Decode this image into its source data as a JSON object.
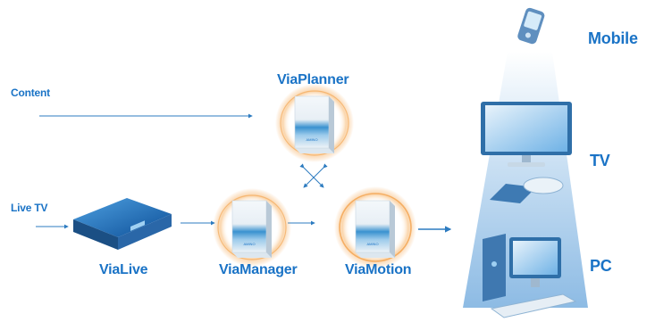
{
  "labels": {
    "content": "Content",
    "live_tv": "Live TV",
    "via_planner": "ViaPlanner",
    "via_live": "ViaLive",
    "via_manager": "ViaManager",
    "via_motion": "ViaMotion",
    "mobile": "Mobile",
    "tv": "TV",
    "pc": "PC"
  },
  "box_brand": "AMINO",
  "colors": {
    "text_blue": "#1a73c6",
    "arrow_blue": "#2c7bc0",
    "halo_orange": "#f29a3d",
    "beam_blue": "#bcd8f0"
  },
  "icons": [
    "software-box-icon",
    "set-top-box-icon",
    "mobile-phone-icon",
    "tv-icon",
    "pc-icon",
    "cross-arrows-icon"
  ]
}
